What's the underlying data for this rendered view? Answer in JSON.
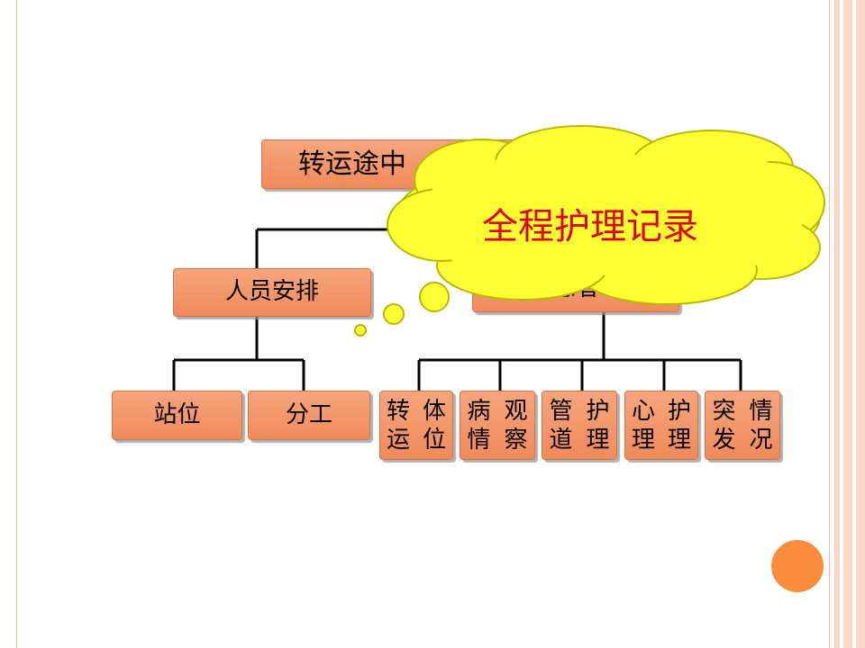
{
  "diagram": {
    "root": "转运途中",
    "branch_left": "人员安排",
    "branch_right": "患者",
    "left_leaves": [
      "站位",
      "分工"
    ],
    "right_leaves": [
      {
        "line1": "转运",
        "line2": "体位"
      },
      {
        "line1": "病情",
        "line2": "观察"
      },
      {
        "line1": "管道",
        "line2": "护理"
      },
      {
        "line1": "心理",
        "line2": "护理"
      },
      {
        "line1": "突发",
        "line2": "情况"
      }
    ]
  },
  "callout": {
    "text": "全程护理记录"
  },
  "colors": {
    "box_fill": "#f49a6c",
    "callout_fill": "#ffff33",
    "callout_text": "#e00000",
    "accent_dot": "#fb8c3c"
  }
}
